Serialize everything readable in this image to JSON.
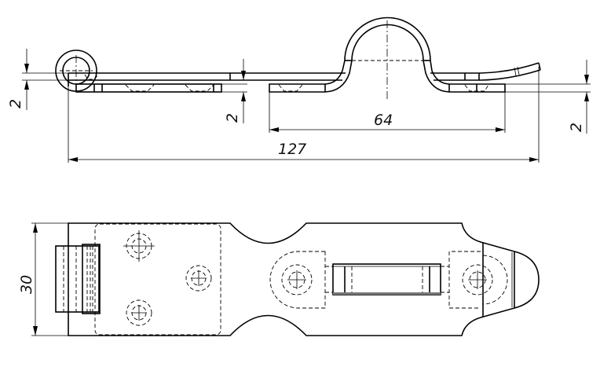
{
  "drawing": {
    "dimensions": {
      "left_thickness": "2",
      "middle_thickness": "2",
      "right_thickness": "2",
      "bracket_length": "64",
      "overall_length": "127",
      "width": "30"
    }
  }
}
